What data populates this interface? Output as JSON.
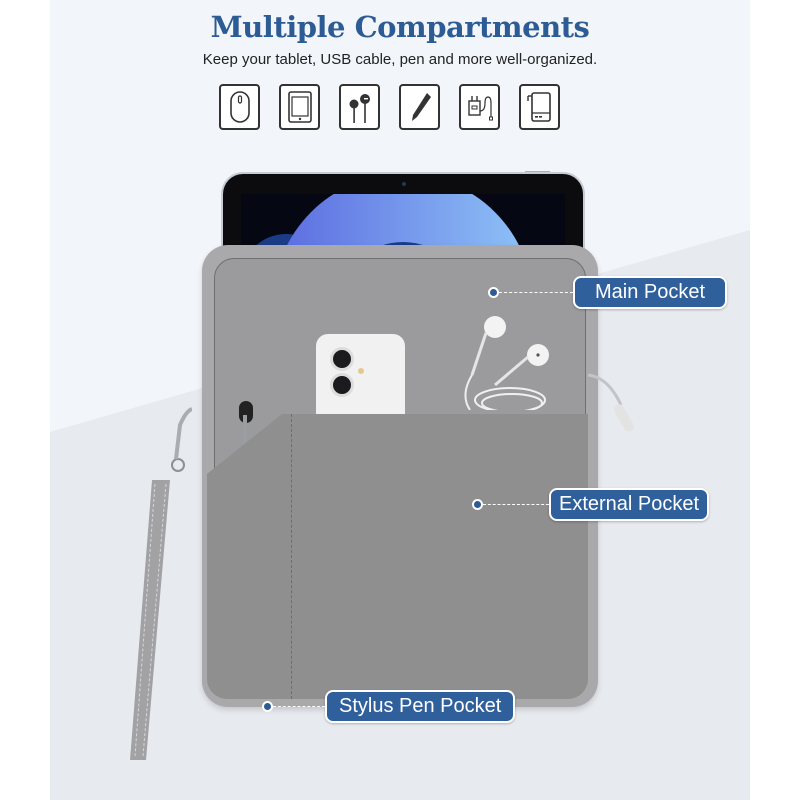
{
  "header": {
    "title": "Multiple Compartments",
    "subtitle": "Keep your tablet, USB cable, pen and more well-organized."
  },
  "icons": [
    {
      "name": "mouse-icon"
    },
    {
      "name": "tablet-icon"
    },
    {
      "name": "earphones-icon"
    },
    {
      "name": "pen-icon"
    },
    {
      "name": "charger-icon"
    },
    {
      "name": "power-bank-icon"
    }
  ],
  "callouts": {
    "main_pocket": "Main Pocket",
    "external_pocket": "External Pocket",
    "stylus_pocket": "Stylus Pen Pocket"
  },
  "colors": {
    "accent": "#2f609c",
    "title": "#2d5b94",
    "background_upper": "#f2f5fa",
    "background_lower": "#e7eaef",
    "bag": "#9b9b9d"
  }
}
